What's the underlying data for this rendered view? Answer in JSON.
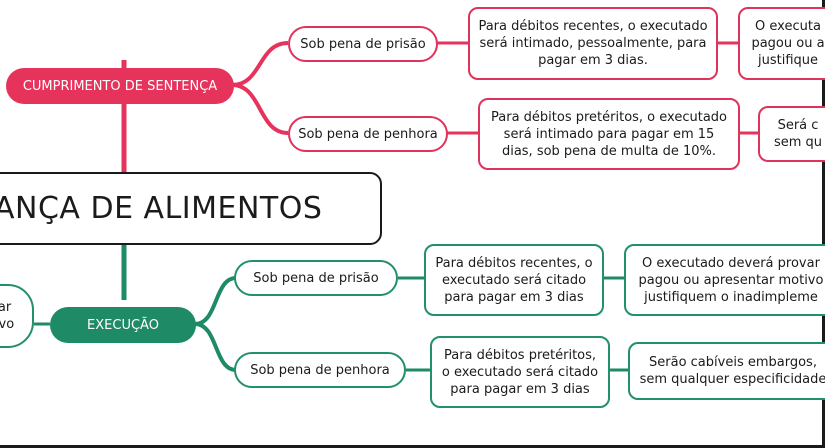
{
  "colors": {
    "pink": "#e5335c",
    "green": "#1e8a66",
    "dark": "#1a1a1a"
  },
  "central": {
    "label": "ANÇA DE ALIMENTOS"
  },
  "cumprimento": {
    "label": "CUMPRIMENTO DE SENTENÇA",
    "prisao": {
      "label": "Sob pena de prisão",
      "detail": "Para débitos recentes, o executado\nserá intimado, pessoalmente, para\npagar em 3 dias.",
      "consequence": "O executa\npagou ou a\njustifique"
    },
    "penhora": {
      "label": "Sob pena de penhora",
      "detail": "Para débitos pretéritos, o executado\nserá intimado para pagar em 15\ndias, sob pena de multa de 10%.",
      "consequence": "Será c\nsem qu"
    }
  },
  "execucao": {
    "label": "EXECUÇÃO",
    "side_note": "tar\ntivo",
    "prisao": {
      "label": "Sob pena de prisão",
      "detail": "Para débitos recentes, o\nexecutado será citado\npara pagar em 3 dias",
      "consequence": "O executado deverá provar\npagou ou apresentar motivo\njustifiquem o inadimpleme"
    },
    "penhora": {
      "label": "Sob pena de penhora",
      "detail": "Para débitos pretéritos,\no executado será citado\npara pagar em 3 dias",
      "consequence": "Serão cabíveis embargos,\nsem qualquer especificidade"
    }
  }
}
